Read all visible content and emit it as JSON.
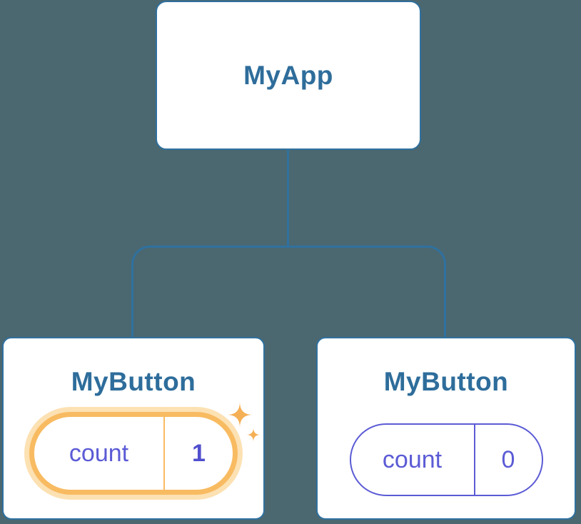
{
  "tree": {
    "root": {
      "label": "MyApp"
    },
    "children": [
      {
        "label": "MyButton",
        "state_key": "count",
        "state_value": "1",
        "highlighted": true
      },
      {
        "label": "MyButton",
        "state_key": "count",
        "state_value": "0",
        "highlighted": false
      }
    ]
  },
  "icons": {
    "sparkles": "sparkles-icon"
  },
  "colors": {
    "background": "#4B6770",
    "card_fill": "#FFFFFF",
    "card_border": "#2F719F",
    "heading_text": "#2E6D9B",
    "state_text": "#5B5BD6",
    "state_value_bold": "#504FCE",
    "highlight_orange": "#F8BB61",
    "highlight_glow": "#FCE1B3",
    "sparkle": "#F5AF55"
  }
}
